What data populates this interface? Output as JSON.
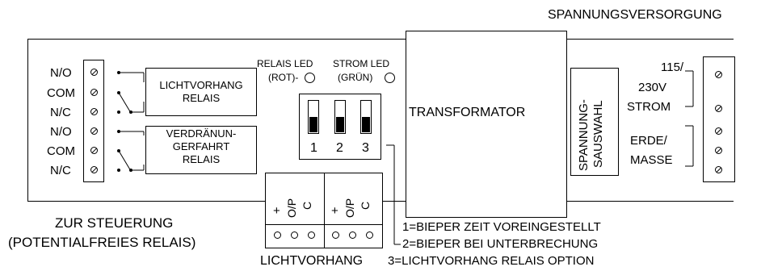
{
  "title": "SPANNUNGSVERSORGUNG",
  "left_terminals": {
    "labels": [
      "N/O",
      "COM",
      "N/C",
      "N/O",
      "COM",
      "N/C"
    ]
  },
  "relays": {
    "light_curtain": [
      "LICHTVORHANG",
      "RELAIS"
    ],
    "obstruction": [
      "VERDRÄNUN-",
      "GERFAHRT",
      "RELAIS"
    ]
  },
  "leds": {
    "relay_label": "RELAIS LED",
    "relay_color": "(ROT)-",
    "power_label": "STROM LED",
    "power_color": "(GRÜN)"
  },
  "dip": {
    "numbers": [
      "1",
      "2",
      "3"
    ]
  },
  "transformer": "TRANSFORMATOR",
  "voltage_select": [
    "SPANNUNG-",
    "SAUSWAHL"
  ],
  "supply": {
    "power": [
      "115/",
      "230V",
      "STROM"
    ],
    "ground": [
      "ERDE/",
      "MASSE"
    ]
  },
  "output_block": {
    "plus": "+",
    "op": "O/P",
    "c": "C"
  },
  "bottom_left": [
    "ZUR STEUERUNG",
    "(POTENTIALFREIES RELAIS)"
  ],
  "bottom_center": "LICHTVORHANG",
  "dip_notes": [
    "1=BIEPER ZEIT VOREINGESTELLT",
    "2=BIEPER BEI UNTERBRECHUNG",
    "3=LICHTVORHANG RELAIS OPTION"
  ]
}
